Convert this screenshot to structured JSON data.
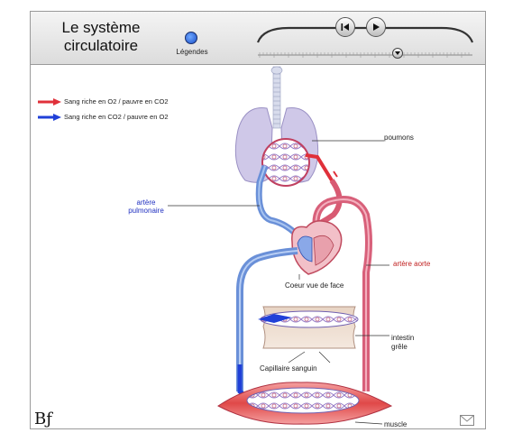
{
  "header": {
    "title_line1": "Le système",
    "title_line2": "circulatoire",
    "legend_toggle_label": "Légendes"
  },
  "legend": {
    "oxygen_rich": "Sang riche en O2 / pauvre en CO2",
    "co2_rich": "Sang riche en CO2 / pauvre en O2",
    "colors": {
      "oxygen_rich": "#e0303a",
      "co2_rich": "#2040d8"
    }
  },
  "labels": {
    "poumons": "poumons",
    "artere_pulmonaire_1": "artère",
    "artere_pulmonaire_2": "pulmonaire",
    "artere_aorte": "artère aorte",
    "coeur": "Coeur vue de face",
    "intestin_1": "intestin",
    "intestin_2": "grêle",
    "capillaire": "Capillaire sanguin",
    "muscle": "muscle"
  },
  "logo": "Bƒ"
}
